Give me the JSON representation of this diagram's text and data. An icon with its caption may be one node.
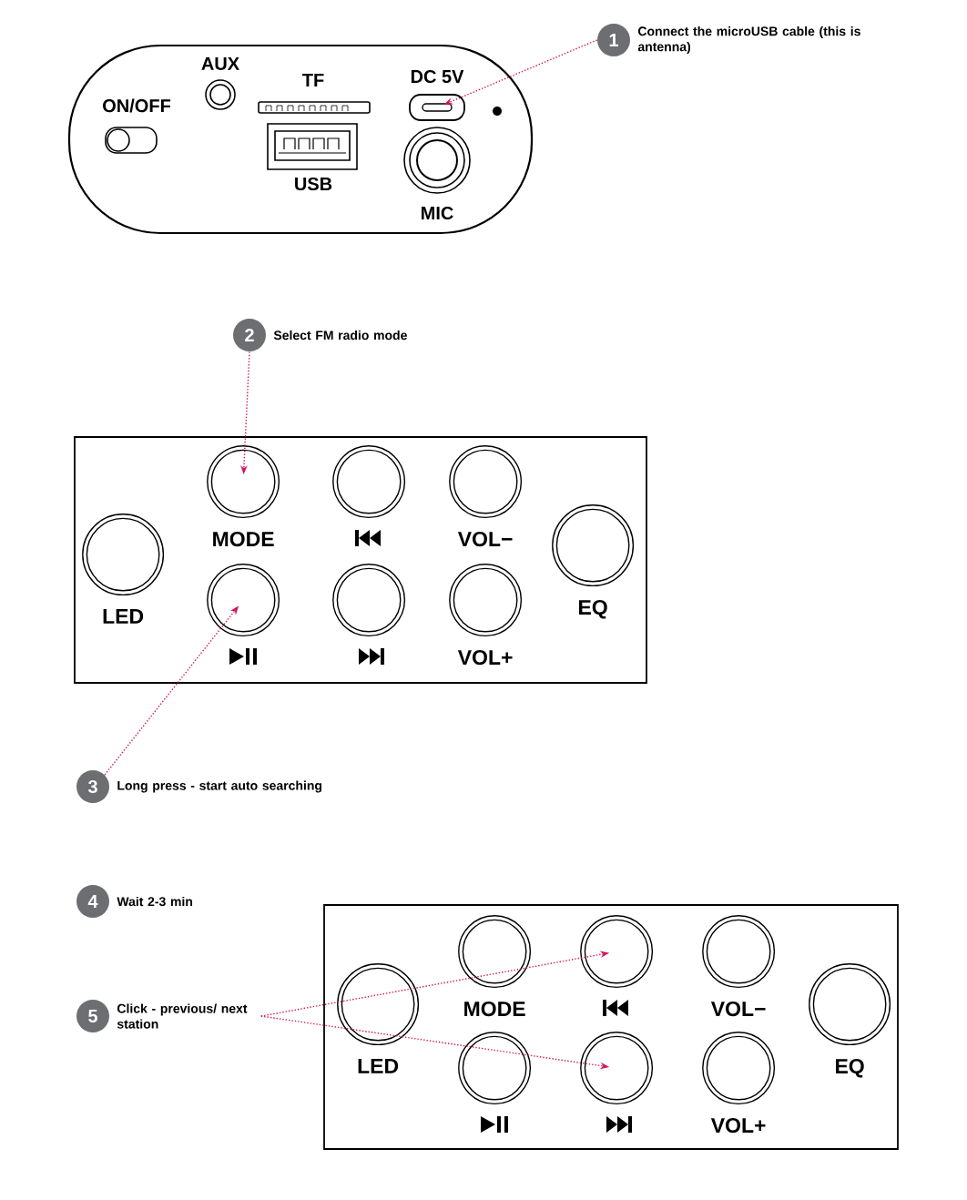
{
  "diagram": {
    "nodes": [
      {
        "text": [
          "1"
        ],
        "beside": [
          "Connect the microUSB cable (this is antenna)"
        ]
      },
      {
        "text": [],
        "shape": "box"
      },
      {
        "text": [
          "2"
        ],
        "beside": [
          "Select FM radio mode"
        ]
      },
      {
        "text": [],
        "shape": "box"
      },
      {
        "text": [
          "LED"
        ],
        "in": 3
      },
      {
        "text": [
          "MODE"
        ],
        "in": 3
      },
      {
        "text": [],
        "shape": "circle",
        "in": 3
      },
      {
        "text": [
          "VOL−"
        ],
        "in": 3
      },
      {
        "text": [
          "EQ"
        ],
        "in": 3
      },
      {
        "text": [],
        "shape": "circle",
        "in": 3
      },
      {
        "text": [],
        "shape": "circle",
        "in": 3
      },
      {
        "text": [
          "VOL+"
        ],
        "in": 3
      },
      {
        "text": [
          "3"
        ],
        "beside": [
          "Long press - start auto searching"
        ]
      },
      {
        "text": [
          "4"
        ],
        "beside": [
          "Wait 2-3 min"
        ]
      },
      {
        "text": [
          "5"
        ],
        "beside": [
          "Click - previous/ next station"
        ]
      },
      {
        "text": [],
        "shape": "box"
      },
      {
        "text": [
          "LED"
        ],
        "in": 15
      },
      {
        "text": [
          "MODE"
        ],
        "in": 15
      },
      {
        "text": [],
        "shape": "circle",
        "in": 15
      },
      {
        "text": [
          "VOL−"
        ],
        "in": 15
      },
      {
        "text": [
          "EQ"
        ],
        "in": 15
      },
      {
        "text": [],
        "shape": "circle",
        "in": 15
      },
      {
        "text": [],
        "shape": "circle",
        "in": 15
      },
      {
        "text": [
          "VOL+"
        ],
        "in": 15
      }
    ],
    "edges": [
      {
        "from": 0,
        "to": 1,
        "arrow": "to",
        "style": "dashed"
      },
      {
        "from": 2,
        "to": 5,
        "arrow": "to",
        "style": "dashed"
      },
      {
        "from": 12,
        "to": 9,
        "arrow": "to",
        "style": "dashed"
      },
      {
        "from": 14,
        "to": 18,
        "arrow": "to",
        "style": "dashed"
      },
      {
        "from": 14,
        "to": 22,
        "arrow": "to",
        "style": "dashed"
      }
    ],
    "labels": [
      "AUX",
      "TF",
      "DC 5V",
      "ON/OFF",
      "USB",
      "MIC"
    ]
  }
}
